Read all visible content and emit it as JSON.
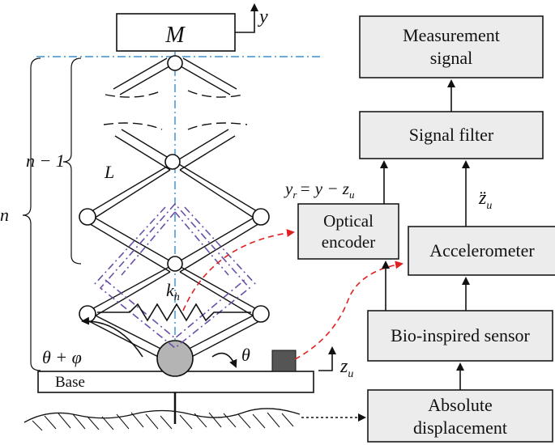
{
  "labels": {
    "mass": "M",
    "y_axis": "y",
    "n_minus_1": "n − 1",
    "n": "n",
    "link_length": "L",
    "spring_k": "k",
    "spring_k_sub": "h",
    "angle_total": "θ + φ",
    "angle_theta": "θ",
    "base": "Base",
    "relative_disp": "y",
    "relative_disp_sub": "r",
    "relative_disp_rhs": "= y − z",
    "relative_disp_rhs_sub": "u",
    "zu": "z",
    "zu_sub": "u",
    "accel": "z̈",
    "accel_sub": "u"
  },
  "boxes": {
    "measurement_line1": "Measurement",
    "measurement_line2": "signal",
    "signal_filter": "Signal filter",
    "optical_line1": "Optical",
    "optical_line2": "encoder",
    "accelerometer": "Accelerometer",
    "bio_sensor": "Bio-inspired sensor",
    "absolute_line1": "Absolute",
    "absolute_line2": "displacement"
  },
  "colors": {
    "axis": "#3a8fd0",
    "red_dashed": "#e02020",
    "purple_dashdot": "#6a4fa8",
    "box_fill": "#ececec"
  }
}
